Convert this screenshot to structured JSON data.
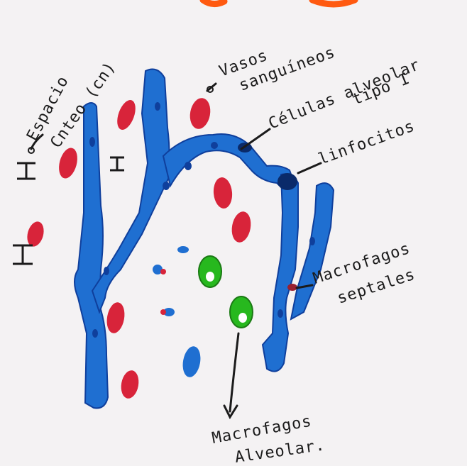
{
  "colors": {
    "paper": "#f4f2f3",
    "vessel": "#1f6fd1",
    "vessel_dark": "#0f3f9c",
    "red_cell": "#d8243a",
    "macrophage": "#27b81e",
    "ink": "#1b1b1b",
    "title_orange": "#ff5a10"
  },
  "labels": {
    "interstitial": [
      "Espacio",
      "Cnteo (cn)"
    ],
    "vessels": [
      "Vasos",
      "sanguíneos"
    ],
    "alveolar_cells": [
      "Células alveolar",
      "tipo I"
    ],
    "lymphocytes": "linfocitos",
    "septal_macrophages": [
      "Macrofagos",
      "septales"
    ],
    "alveolar_macrophages": [
      "Macrofagos",
      "Alveolar."
    ]
  }
}
